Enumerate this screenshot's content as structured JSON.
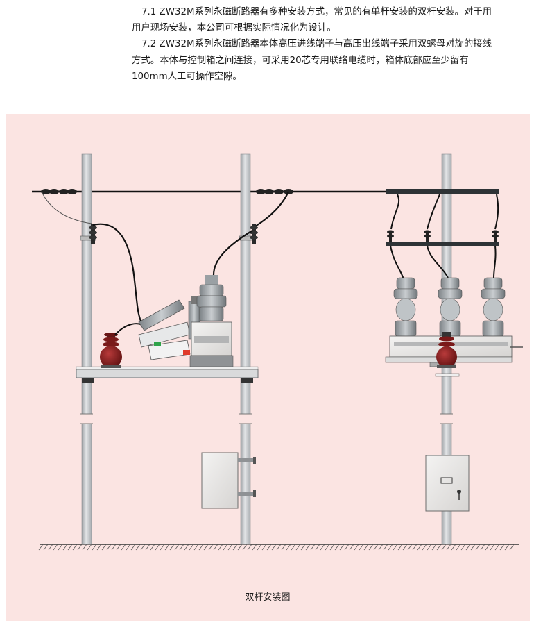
{
  "text": {
    "para1_line1": "7.1 ZW32M系列永磁断路器有多种安装方式，常见的有单杆安装的双杆安装。对于用",
    "para1_line2": "用户现场安装，本公司可根据实际情况化为设计。",
    "para2_line1": "7.2 ZW32M系列永磁断路器本体高压进线端子与高压出线端子采用双螺母对旋的接线",
    "para2_line2": "方式。本体与控制箱之间连接，可采用20芯专用联络电缆时，箱体底部应至少留有",
    "para2_line3": "100mm人工可操作空隙。"
  },
  "figure": {
    "caption": "双杆安装图",
    "colors": {
      "background": "#fbe4e2",
      "pole": "#c8cbce",
      "insulator_red": "#8b1f1f",
      "cable": "#111111",
      "box": "#ecebea"
    }
  }
}
